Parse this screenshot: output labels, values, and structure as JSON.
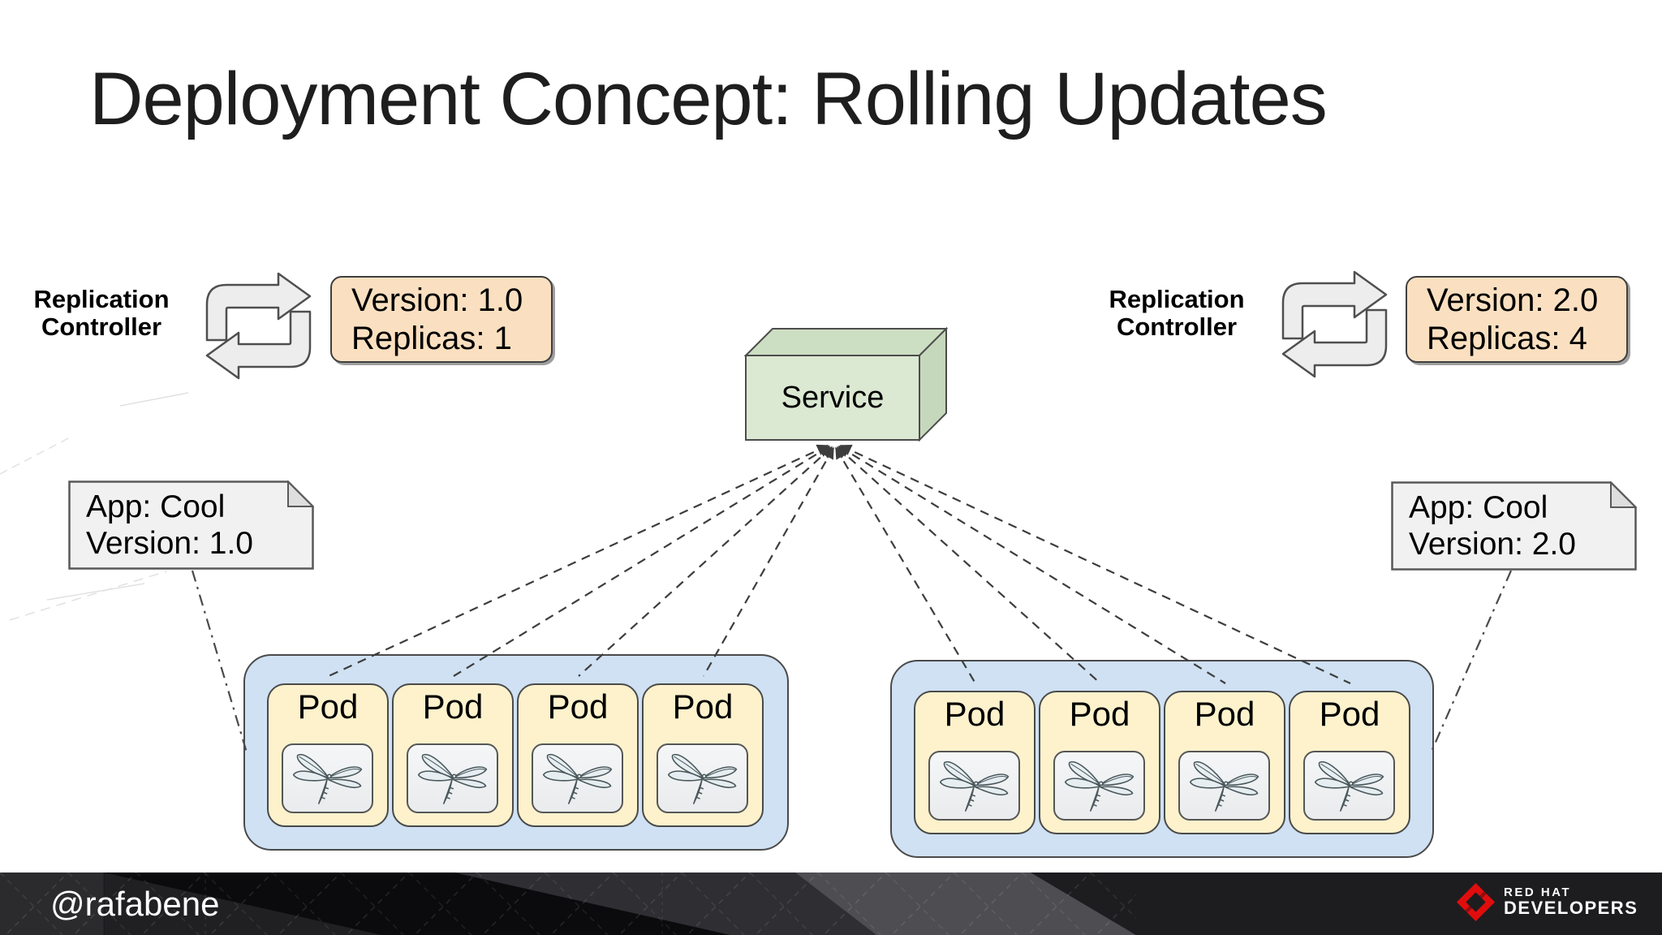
{
  "title": "Deployment Concept: Rolling Updates",
  "service": {
    "label": "Service"
  },
  "left": {
    "controller": {
      "line1": "Replication",
      "line2": "Controller"
    },
    "spec": {
      "line1": "Version: 1.0",
      "line2": "Replicas: 1"
    },
    "note": {
      "line1": "App: Cool",
      "line2": "Version: 1.0"
    },
    "pods": [
      {
        "label": "Pod"
      },
      {
        "label": "Pod"
      },
      {
        "label": "Pod"
      },
      {
        "label": "Pod"
      }
    ]
  },
  "right": {
    "controller": {
      "line1": "Replication",
      "line2": "Controller"
    },
    "spec": {
      "line1": "Version: 2.0",
      "line2": "Replicas: 4"
    },
    "note": {
      "line1": "App: Cool",
      "line2": "Version: 2.0"
    },
    "pods": [
      {
        "label": "Pod"
      },
      {
        "label": "Pod"
      },
      {
        "label": "Pod"
      },
      {
        "label": "Pod"
      }
    ]
  },
  "footer": {
    "handle": "@rafabene",
    "brand": {
      "line1": "RED HAT",
      "line2": "DEVELOPERS"
    }
  },
  "colors": {
    "pod_group_fill": "#cfe1f3",
    "pod_fill": "#fdf2cc",
    "spec_fill": "#fae0c0",
    "service_front": "#dbe8d2",
    "service_top": "#cddfc3",
    "service_side": "#c6d8bb",
    "note_fill": "#f1f1f1",
    "footer_bg": "#202023",
    "brand_red": "#e10d0d"
  }
}
